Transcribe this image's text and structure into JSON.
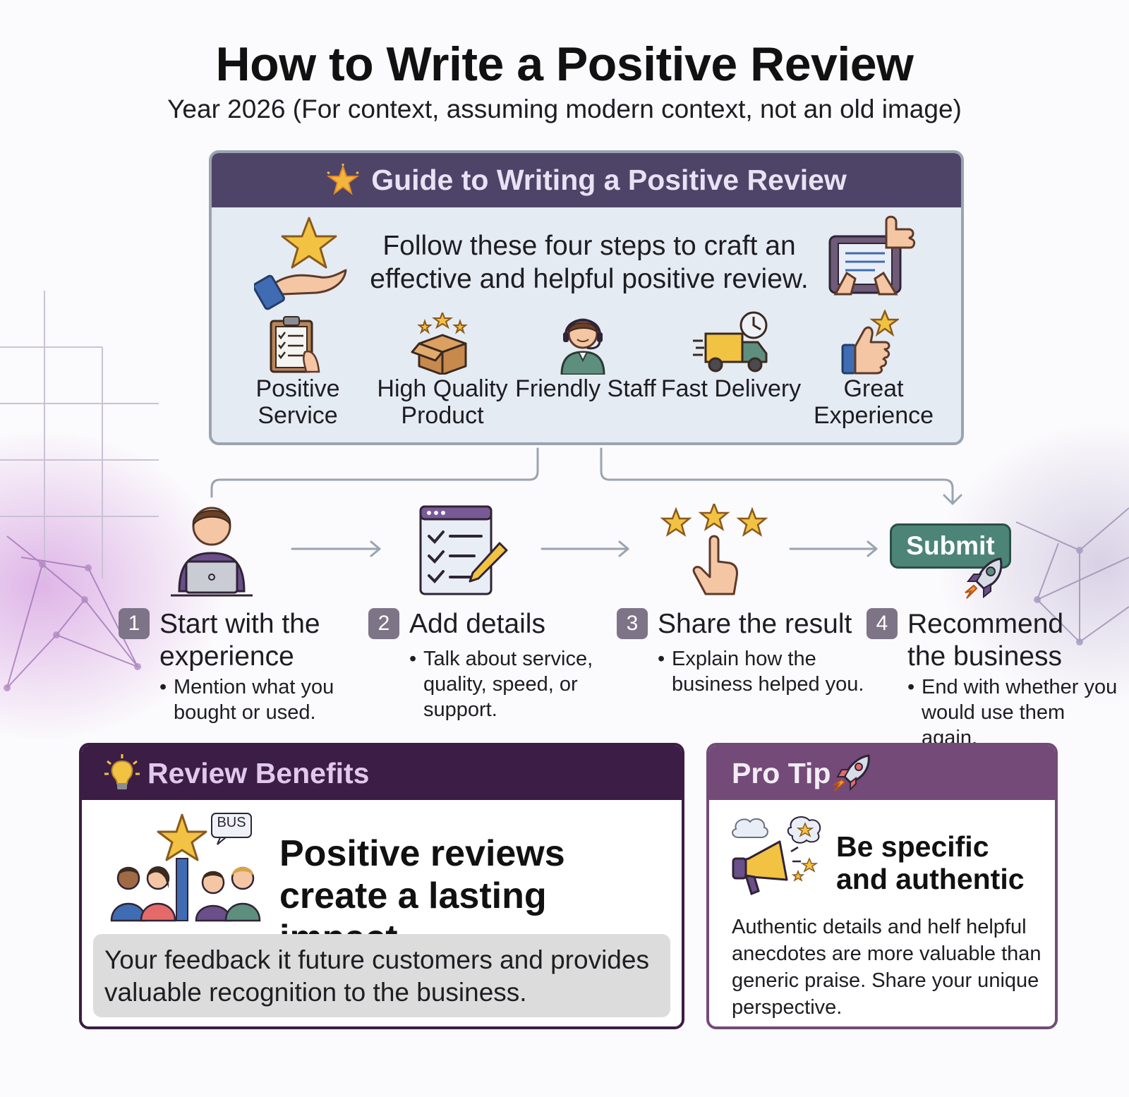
{
  "title": "How to Write a Positive Review",
  "subtitle": "Year 2026 (For context, assuming modern context, not an old image)",
  "guide": {
    "title": "Guide to Writing a Positive Review",
    "intro": "Follow these four steps to craft an effective and helpful positive review.",
    "categories": [
      {
        "label": "Positive Service",
        "icon": "clipboard-checklist-icon"
      },
      {
        "label": "High Quality Product",
        "icon": "box-stars-icon"
      },
      {
        "label": "Friendly Staff",
        "icon": "support-agent-icon"
      },
      {
        "label": "Fast Delivery",
        "icon": "delivery-truck-icon"
      },
      {
        "label": "Great Experience",
        "icon": "thumbs-up-star-icon"
      }
    ]
  },
  "steps": [
    {
      "number": "1",
      "title": "Start with the experience",
      "bullet": "Mention what you bought or used.",
      "icon": "person-laptop-icon"
    },
    {
      "number": "2",
      "title": "Add details",
      "bullet": "Talk about service, quality, speed, or support.",
      "icon": "checklist-pencil-icon"
    },
    {
      "number": "3",
      "title": "Share the result",
      "bullet": "Explain how the business helped you.",
      "icon": "hand-tapping-stars-icon"
    },
    {
      "number": "4",
      "title": "Recommend the business",
      "bullet": "End with whether you would use them again.",
      "icon": "rocket-icon"
    }
  ],
  "submit_label": "Submit",
  "benefits": {
    "title": "Review Benefits",
    "bubble": "BUS",
    "headline": "Positive reviews create a lasting impact.",
    "feedback": "Your feedback it future customers and provides valuable recognition to the business."
  },
  "protip": {
    "title": "Pro Tip",
    "headline": "Be specific and authentic",
    "body": "Authentic  details and helf helpful anecdotes are more valuable than generic praise. Share your unique perspective."
  },
  "colors": {
    "guide_header": "#4d4468",
    "guide_body": "#e5ebf3",
    "benefits_header": "#3c1d45",
    "protip_header": "#734a78",
    "submit_button": "#4c8478",
    "star": "#f2c243",
    "step_badge": "#7e7488"
  }
}
